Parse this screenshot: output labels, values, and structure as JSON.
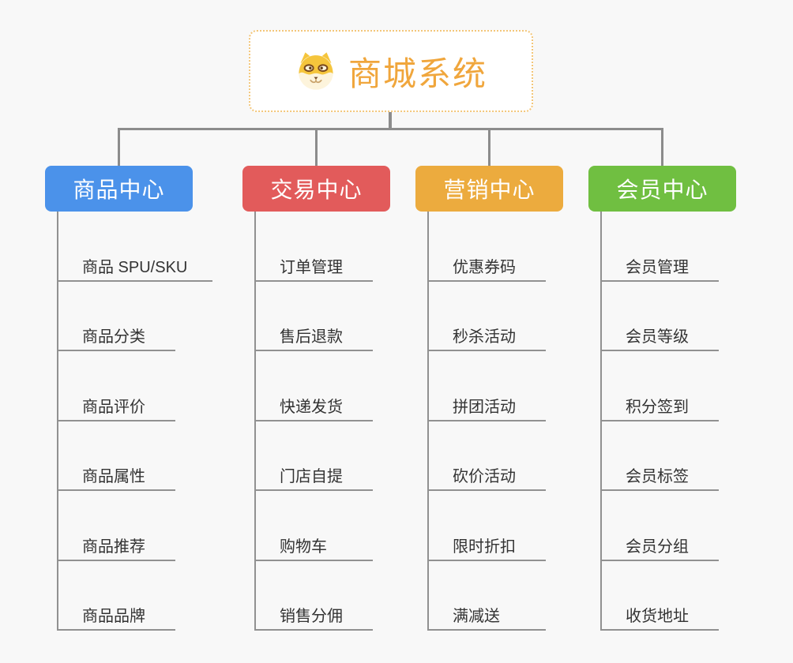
{
  "diagram": {
    "type": "mindmap-org-chart",
    "root": {
      "title": "商城系统",
      "icon": "shiba-dog-icon"
    },
    "branches": [
      {
        "label": "商品中心",
        "color": "#4B92EA",
        "items": [
          "商品 SPU/SKU",
          "商品分类",
          "商品评价",
          "商品属性",
          "商品推荐",
          "商品品牌"
        ]
      },
      {
        "label": "交易中心",
        "color": "#E25B5B",
        "items": [
          "订单管理",
          "售后退款",
          "快递发货",
          "门店自提",
          "购物车",
          "销售分佣"
        ]
      },
      {
        "label": "营销中心",
        "color": "#ECAB3E",
        "items": [
          "优惠券码",
          "秒杀活动",
          "拼团活动",
          "砍价活动",
          "限时折扣",
          "满减送"
        ]
      },
      {
        "label": "会员中心",
        "color": "#70BF41",
        "items": [
          "会员管理",
          "会员等级",
          "积分签到",
          "会员标签",
          "会员分组",
          "收货地址"
        ]
      }
    ],
    "theme": {
      "background": "#F8F8F8",
      "root_text_color": "#F0A63C",
      "root_border_color": "#F3C679",
      "connector_color": "#8C8C8C",
      "branch_line_color": "#919191",
      "leaf_text_color": "#333333"
    }
  }
}
